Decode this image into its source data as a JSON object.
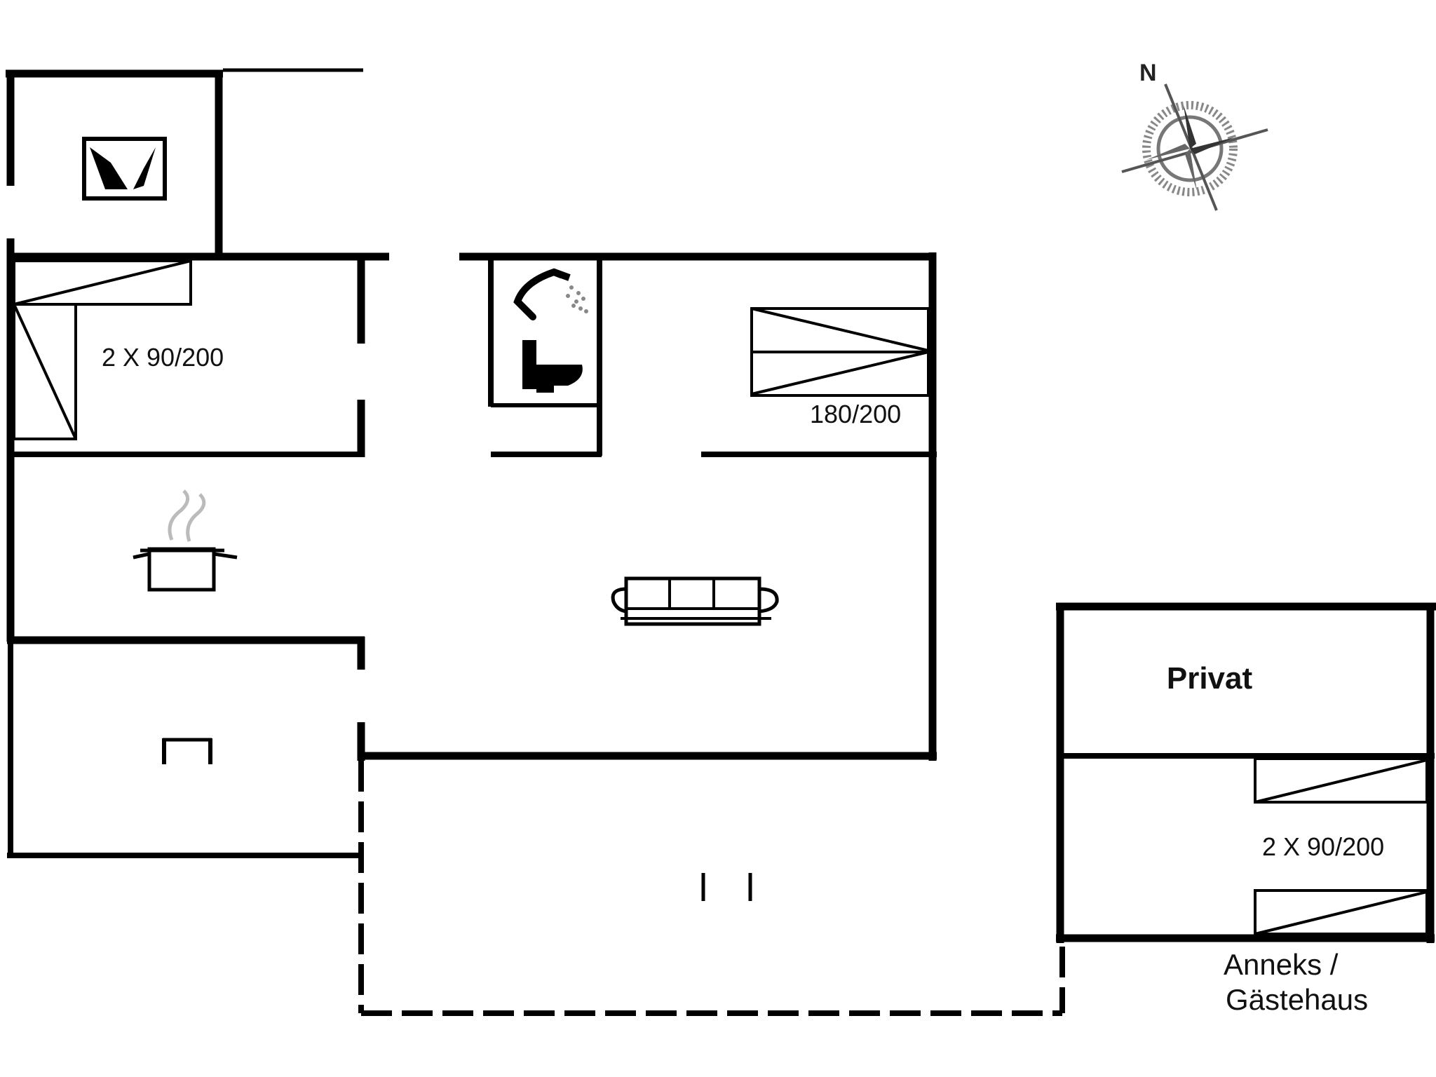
{
  "floorplan": {
    "labels": {
      "bedroom_left": "2 X 90/200",
      "bedroom_right": "180/200",
      "annex_bedroom": "2 X 90/200",
      "private_room": "Privat",
      "annex_line1": "Anneks /",
      "annex_line2": "Gästehaus",
      "north": "N"
    },
    "icons": [
      "fireplace-icon",
      "shower-icon",
      "toilet-icon",
      "cooking-pot-icon",
      "sofa-icon",
      "table-icon",
      "deck-chair-icon",
      "compass-rose-icon"
    ]
  }
}
